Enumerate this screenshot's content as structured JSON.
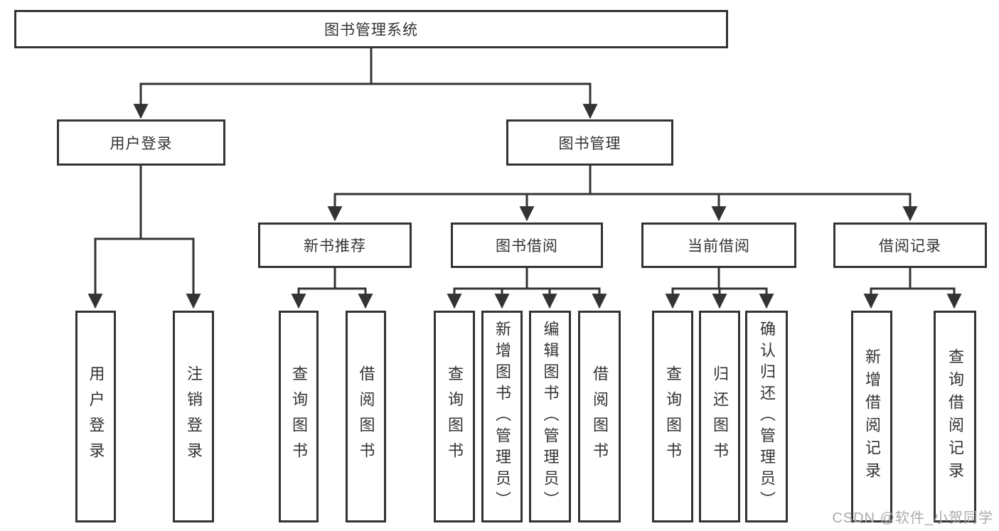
{
  "title": "图书管理系统",
  "tree": {
    "root": "图书管理系统",
    "branches": [
      {
        "label": "用户登录",
        "children": [
          {
            "label": "用户登录"
          },
          {
            "label": "注销登录"
          }
        ]
      },
      {
        "label": "图书管理",
        "children": [
          {
            "label": "新书推荐",
            "children": [
              {
                "label": "查询图书"
              },
              {
                "label": "借阅图书"
              }
            ]
          },
          {
            "label": "图书借阅",
            "children": [
              {
                "label": "查询图书"
              },
              {
                "label": "新增图书（管理员）"
              },
              {
                "label": "编辑图书（管理员）"
              },
              {
                "label": "借阅图书"
              }
            ]
          },
          {
            "label": "当前借阅",
            "children": [
              {
                "label": "查询图书"
              },
              {
                "label": "归还图书"
              },
              {
                "label": "确认归还（管理员）"
              }
            ]
          },
          {
            "label": "借阅记录",
            "children": [
              {
                "label": "新增借阅记录"
              },
              {
                "label": "查询借阅记录"
              }
            ]
          }
        ]
      }
    ]
  },
  "watermark": "CSDN @软件_小贺同学",
  "colors": {
    "line": "#333333",
    "box_border": "#333333",
    "box_fill": "#ffffff",
    "text": "#333333",
    "watermark": "#ababab",
    "background": "#ffffff"
  }
}
